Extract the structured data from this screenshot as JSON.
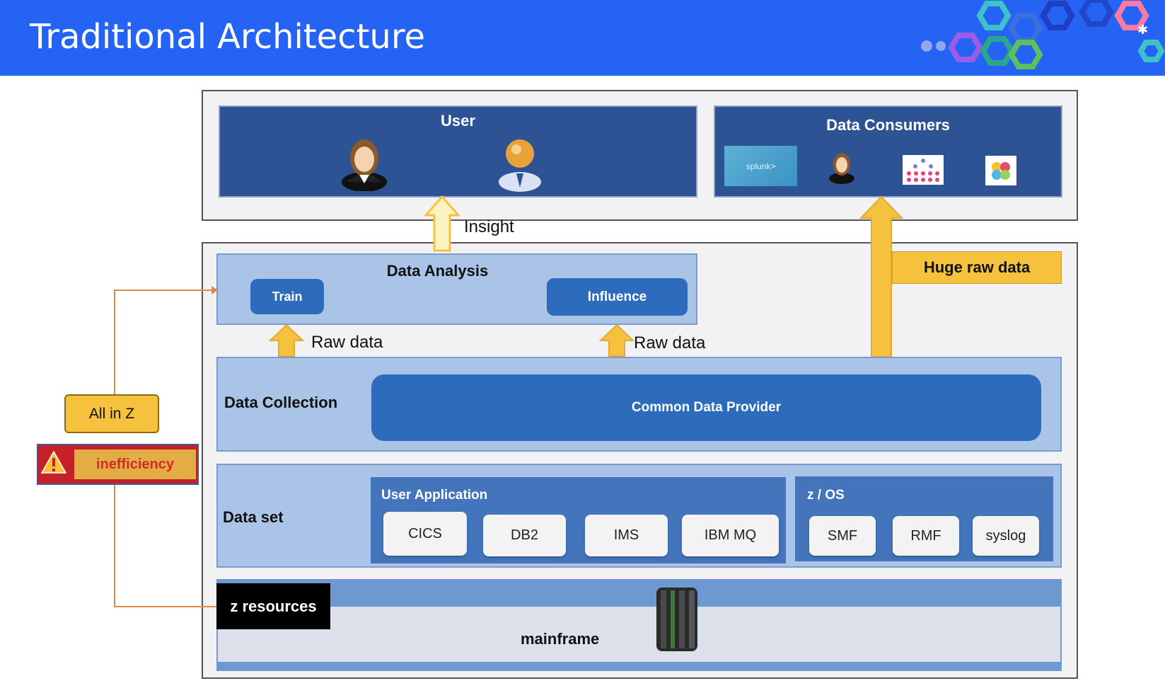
{
  "slide": {
    "title": "Traditional Architecture"
  },
  "user_box": {
    "label": "User"
  },
  "consumers_box": {
    "label": "Data Consumers",
    "splunk_text": "splunk>"
  },
  "flows": {
    "insight": "Insight",
    "raw_data": "Raw data",
    "huge_raw_data": "Huge raw data"
  },
  "analysis": {
    "label": "Data Analysis",
    "train": "Train",
    "influence": "Influence"
  },
  "collection": {
    "label": "Data Collection",
    "provider": "Common Data Provider"
  },
  "dataset": {
    "label": "Data set",
    "user_app": {
      "label": "User Application",
      "items": [
        "CICS",
        "DB2",
        "IMS",
        "IBM MQ"
      ]
    },
    "zos": {
      "label": "z / OS",
      "items": [
        "SMF",
        "RMF",
        "syslog"
      ]
    }
  },
  "resources": {
    "label": "z resources",
    "mainframe": "mainframe"
  },
  "callouts": {
    "all_in_z": "All in Z",
    "inefficiency": "inefficiency"
  },
  "colors": {
    "header": "#2563f5",
    "dark_box": "#2e5395",
    "light_box": "#a9c4e6",
    "accent_yellow": "#f6c23e",
    "alert_red": "#c8202a"
  }
}
